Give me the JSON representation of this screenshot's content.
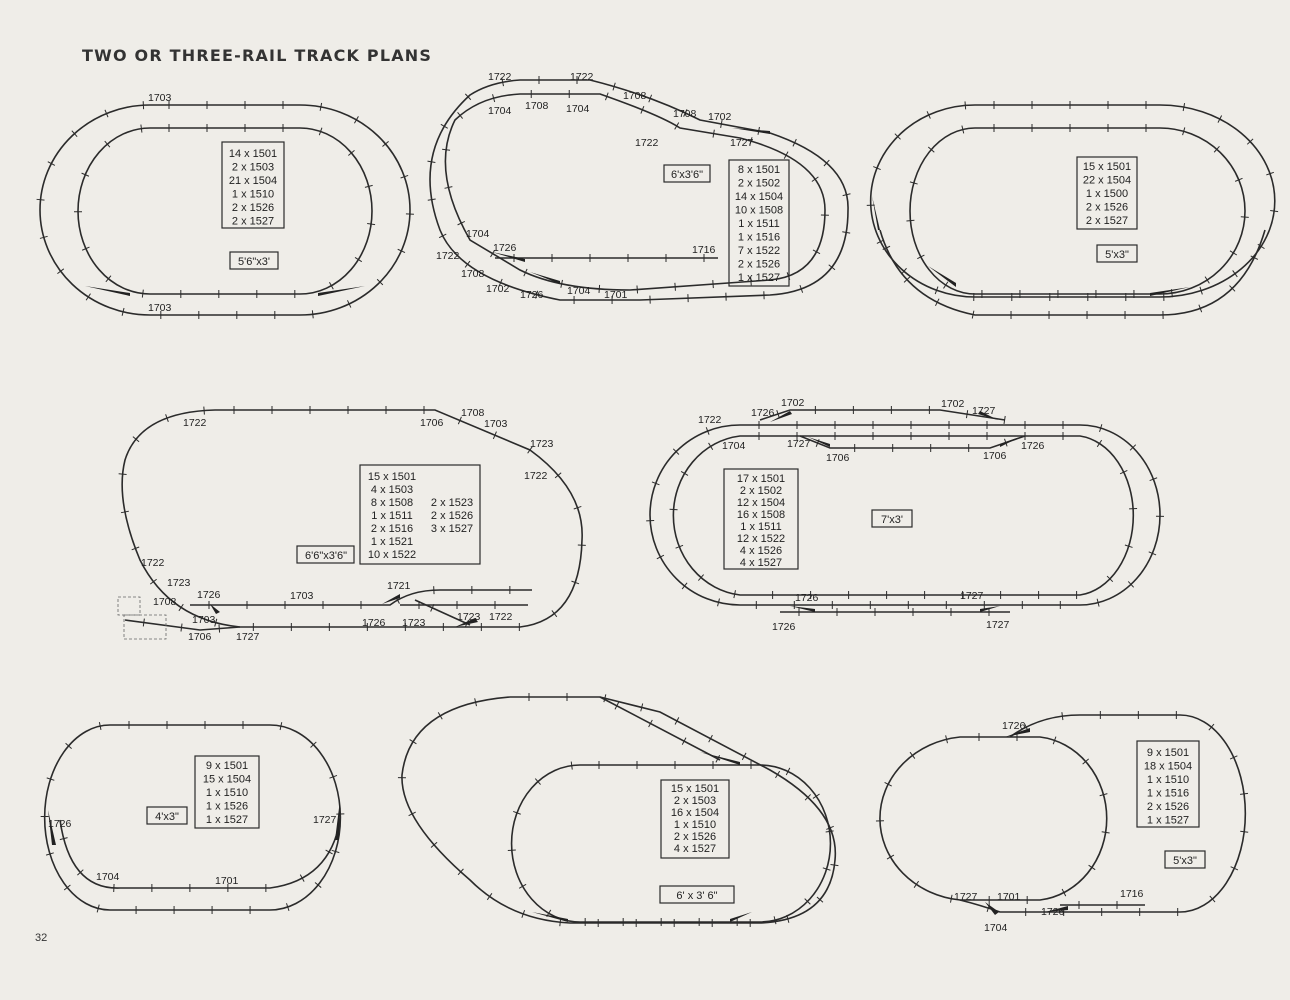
{
  "page": {
    "title": "TWO OR THREE-RAIL TRACK PLANS",
    "page_number": "32"
  },
  "plans": [
    {
      "id": "p1",
      "size": "5'6\"x3'",
      "parts": [
        "14 x 1501",
        "2 x 1503",
        "21 x 1504",
        "1 x 1510",
        "2 x 1526",
        "2 x 1527"
      ],
      "labels": [
        "1703",
        "1703"
      ]
    },
    {
      "id": "p2",
      "size": "6'x3'6\"",
      "parts": [
        "8 x 1501",
        "2 x 1502",
        "14 x 1504",
        "10 x 1508",
        "1 x 1511",
        "1 x 1516",
        "7 x 1522",
        "2 x 1526",
        "1 x 1527"
      ],
      "labels": [
        "1722",
        "1722",
        "1708",
        "1704",
        "1708",
        "1704",
        "1708",
        "1702",
        "1722",
        "1727",
        "1704",
        "1726",
        "1716",
        "1722",
        "1708",
        "1702",
        "1726",
        "1704",
        "1701"
      ]
    },
    {
      "id": "p3",
      "size": "5'x3\"",
      "parts": [
        "15 x 1501",
        "22 x 1504",
        "1 x 1500",
        "2 x 1526",
        "2 x 1527"
      ],
      "labels": []
    },
    {
      "id": "p4",
      "size": "6'6\"x3'6\"",
      "parts": [
        "15 x 1501",
        "4 x 1503",
        "8 x 1508",
        "1 x 1511",
        "2 x 1516",
        "1 x 1521",
        "10 x 1522"
      ],
      "parts2": [
        "2 x 1523",
        "2 x 1526",
        "3 x 1527"
      ],
      "labels": [
        "1722",
        "1706",
        "1708",
        "1703",
        "1723",
        "1722",
        "1722",
        "1723",
        "1708",
        "1726",
        "1703",
        "1721",
        "1703",
        "1706",
        "1727",
        "1726",
        "1723",
        "1723",
        "1722"
      ]
    },
    {
      "id": "p5",
      "size": "7'x3'",
      "parts": [
        "17 x 1501",
        "2 x 1502",
        "12 x 1504",
        "16 x 1508",
        "1 x 1511",
        "12 x 1522",
        "4 x 1526",
        "4 x 1527"
      ],
      "labels": [
        "1722",
        "1726",
        "1702",
        "1702",
        "1727",
        "1704",
        "1727",
        "1706",
        "1706",
        "1726",
        "1726",
        "1727",
        "1726",
        "1727"
      ]
    },
    {
      "id": "p6",
      "size": "4'x3\"",
      "parts": [
        "9 x 1501",
        "15 x 1504",
        "1 x 1510",
        "1 x 1526",
        "1 x 1527"
      ],
      "labels": [
        "1726",
        "1727",
        "1704",
        "1701"
      ]
    },
    {
      "id": "p7",
      "size": "6' x 3' 6\"",
      "parts": [
        "15 x 1501",
        "2 x 1503",
        "16 x 1504",
        "1 x 1510",
        "2 x 1526",
        "4 x 1527"
      ],
      "labels": []
    },
    {
      "id": "p8",
      "size": "5'x3\"",
      "parts": [
        "9 x 1501",
        "18 x 1504",
        "1 x 1510",
        "1 x 1516",
        "2 x 1526",
        "1 x 1527"
      ],
      "labels": [
        "1726",
        "1727",
        "1701",
        "1726",
        "1716",
        "1704"
      ]
    }
  ]
}
